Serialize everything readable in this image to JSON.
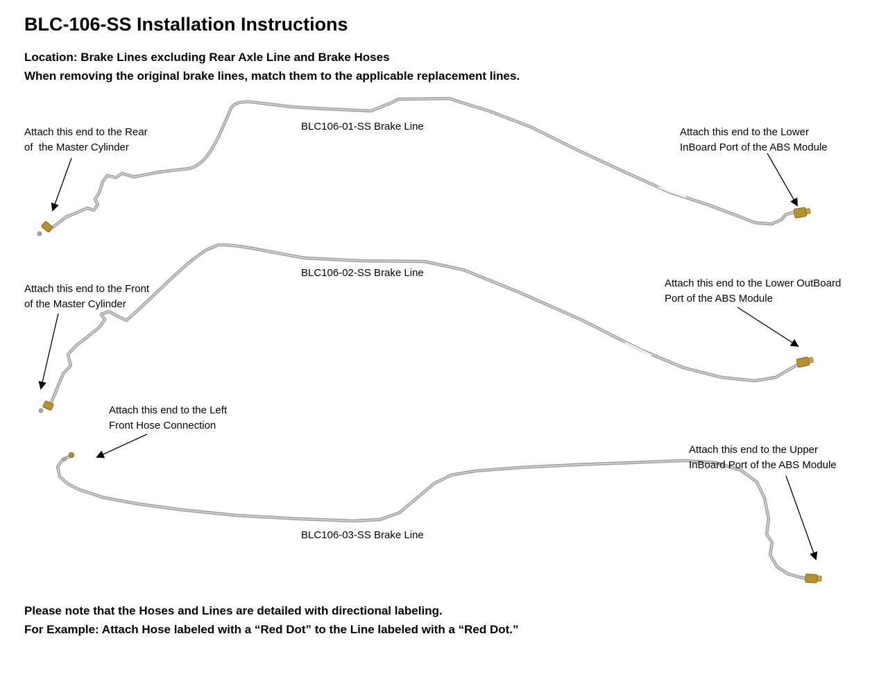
{
  "page": {
    "title": "BLC-106-SS Installation Instructions",
    "location_line": "Location: Brake Lines excluding Rear Axle Line and Brake Hoses",
    "instruction_line": "When removing the original brake lines, match them to the applicable replacement lines.",
    "note_line1": "Please note that the Hoses and Lines are detailed with directional labeling.",
    "note_line2": "For Example: Attach Hose labeled with a “Red Dot” to the Line labeled with a “Red Dot.”"
  },
  "diagram": {
    "line1": {
      "label": "BLC106-01-SS Brake Line",
      "left_annotation": "Attach this end to the Rear\nof  the Master Cylinder",
      "right_annotation": "Attach this end to the Lower\nInBoard Port of the ABS Module"
    },
    "line2": {
      "label": "BLC106-02-SS Brake Line",
      "left_annotation": "Attach this end to the Front\nof the Master Cylinder",
      "right_annotation": "Attach this end to the Lower OutBoard\nPort of the ABS Module"
    },
    "line3": {
      "label": "BLC106-03-SS Brake Line",
      "left_annotation": "Attach this end to the Left\nFront Hose Connection",
      "right_annotation": "Attach this end to the Upper\nInBoard Port of the ABS Module"
    },
    "colors": {
      "tube": "#9e9e9e",
      "tube_highlight": "#d8d8d8",
      "fitting": "#b8912f",
      "text": "#000000"
    }
  }
}
